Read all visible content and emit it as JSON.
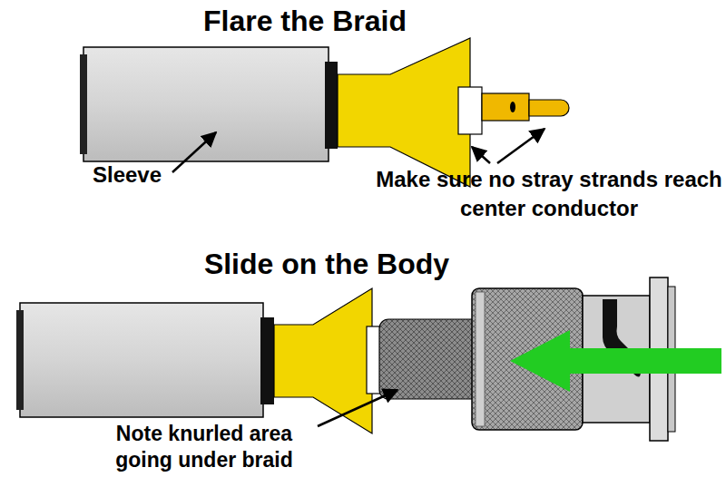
{
  "diagram": {
    "labels": [
      "Flare the Braid",
      "Sleeve",
      "Make sure no stray strands reach center conductor",
      "Slide on the Body",
      "Note knurled area going under braid"
    ]
  }
}
